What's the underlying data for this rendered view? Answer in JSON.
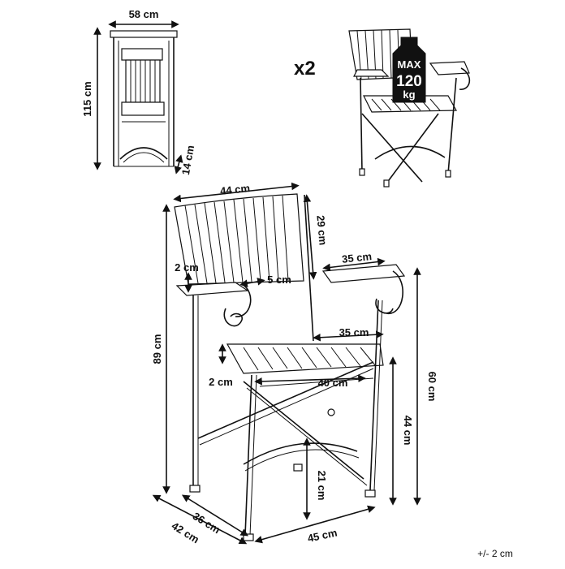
{
  "quantity_label": "x2",
  "max_load": {
    "line1": "MAX",
    "value": "120",
    "unit": "kg"
  },
  "dimensions": {
    "top_width": "58 cm",
    "side_height": "115 cm",
    "folded_depth": "14 cm",
    "back_width": "44 cm",
    "back_height": "29 cm",
    "armrest_length": "35 cm",
    "armrest_thickness": "2 cm",
    "armrest_offset": "5 cm",
    "seat_depth": "35 cm",
    "seat_thickness": "2 cm",
    "seat_width": "40 cm",
    "total_height": "89 cm",
    "armrest_height": "60 cm",
    "seat_height": "44 cm",
    "cross_height": "21 cm",
    "base_depth_inner": "36 cm",
    "base_depth_outer": "42 cm",
    "base_width": "45 cm"
  },
  "tolerance": "+/- 2 cm"
}
